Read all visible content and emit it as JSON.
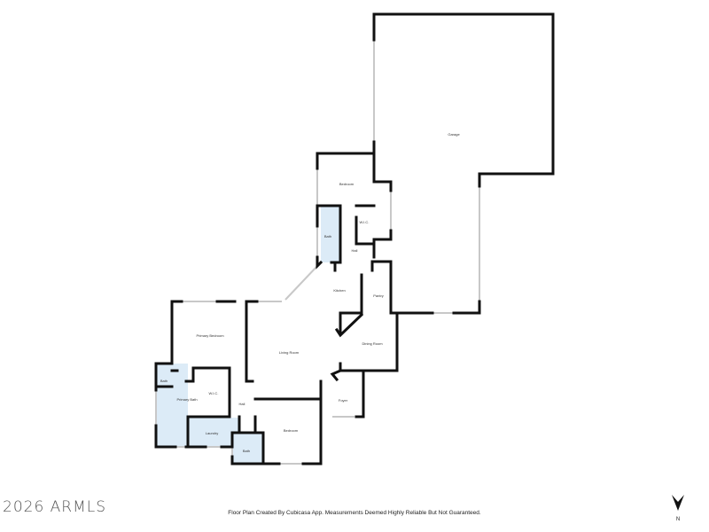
{
  "plan": {
    "rooms": [
      {
        "id": "garage",
        "label": "Garage"
      },
      {
        "id": "bedroom-ne",
        "label": "Bedroom"
      },
      {
        "id": "bath-ne",
        "label": "Bath"
      },
      {
        "id": "wic-ne",
        "label": "W.I.C."
      },
      {
        "id": "hall-ne",
        "label": "Hall"
      },
      {
        "id": "kitchen",
        "label": "Kitchen"
      },
      {
        "id": "pantry",
        "label": "Pantry"
      },
      {
        "id": "primary-bedroom",
        "label": "Primary Bedroom"
      },
      {
        "id": "living-room",
        "label": "Living Room"
      },
      {
        "id": "dining-room",
        "label": "Dining Room"
      },
      {
        "id": "bath-primary-small",
        "label": "Bath"
      },
      {
        "id": "primary-bath",
        "label": "Primary Bath"
      },
      {
        "id": "wic-primary",
        "label": "W.I.C."
      },
      {
        "id": "hall-sw",
        "label": "Hall"
      },
      {
        "id": "laundry",
        "label": "Laundry"
      },
      {
        "id": "foyer",
        "label": "Foyer"
      },
      {
        "id": "bedroom-s",
        "label": "Bedroom"
      },
      {
        "id": "bath-s",
        "label": "Bath"
      }
    ],
    "wet_area_color": "#dcebf7",
    "wall_color": "#111111"
  },
  "watermark": "2026 ARMLS",
  "footer": "Floor Plan Created By Cubicasa App. Measurements Deemed Highly Reliable But Not Guaranteed.",
  "compass": {
    "label": "N",
    "icon": "north-arrow-icon"
  }
}
